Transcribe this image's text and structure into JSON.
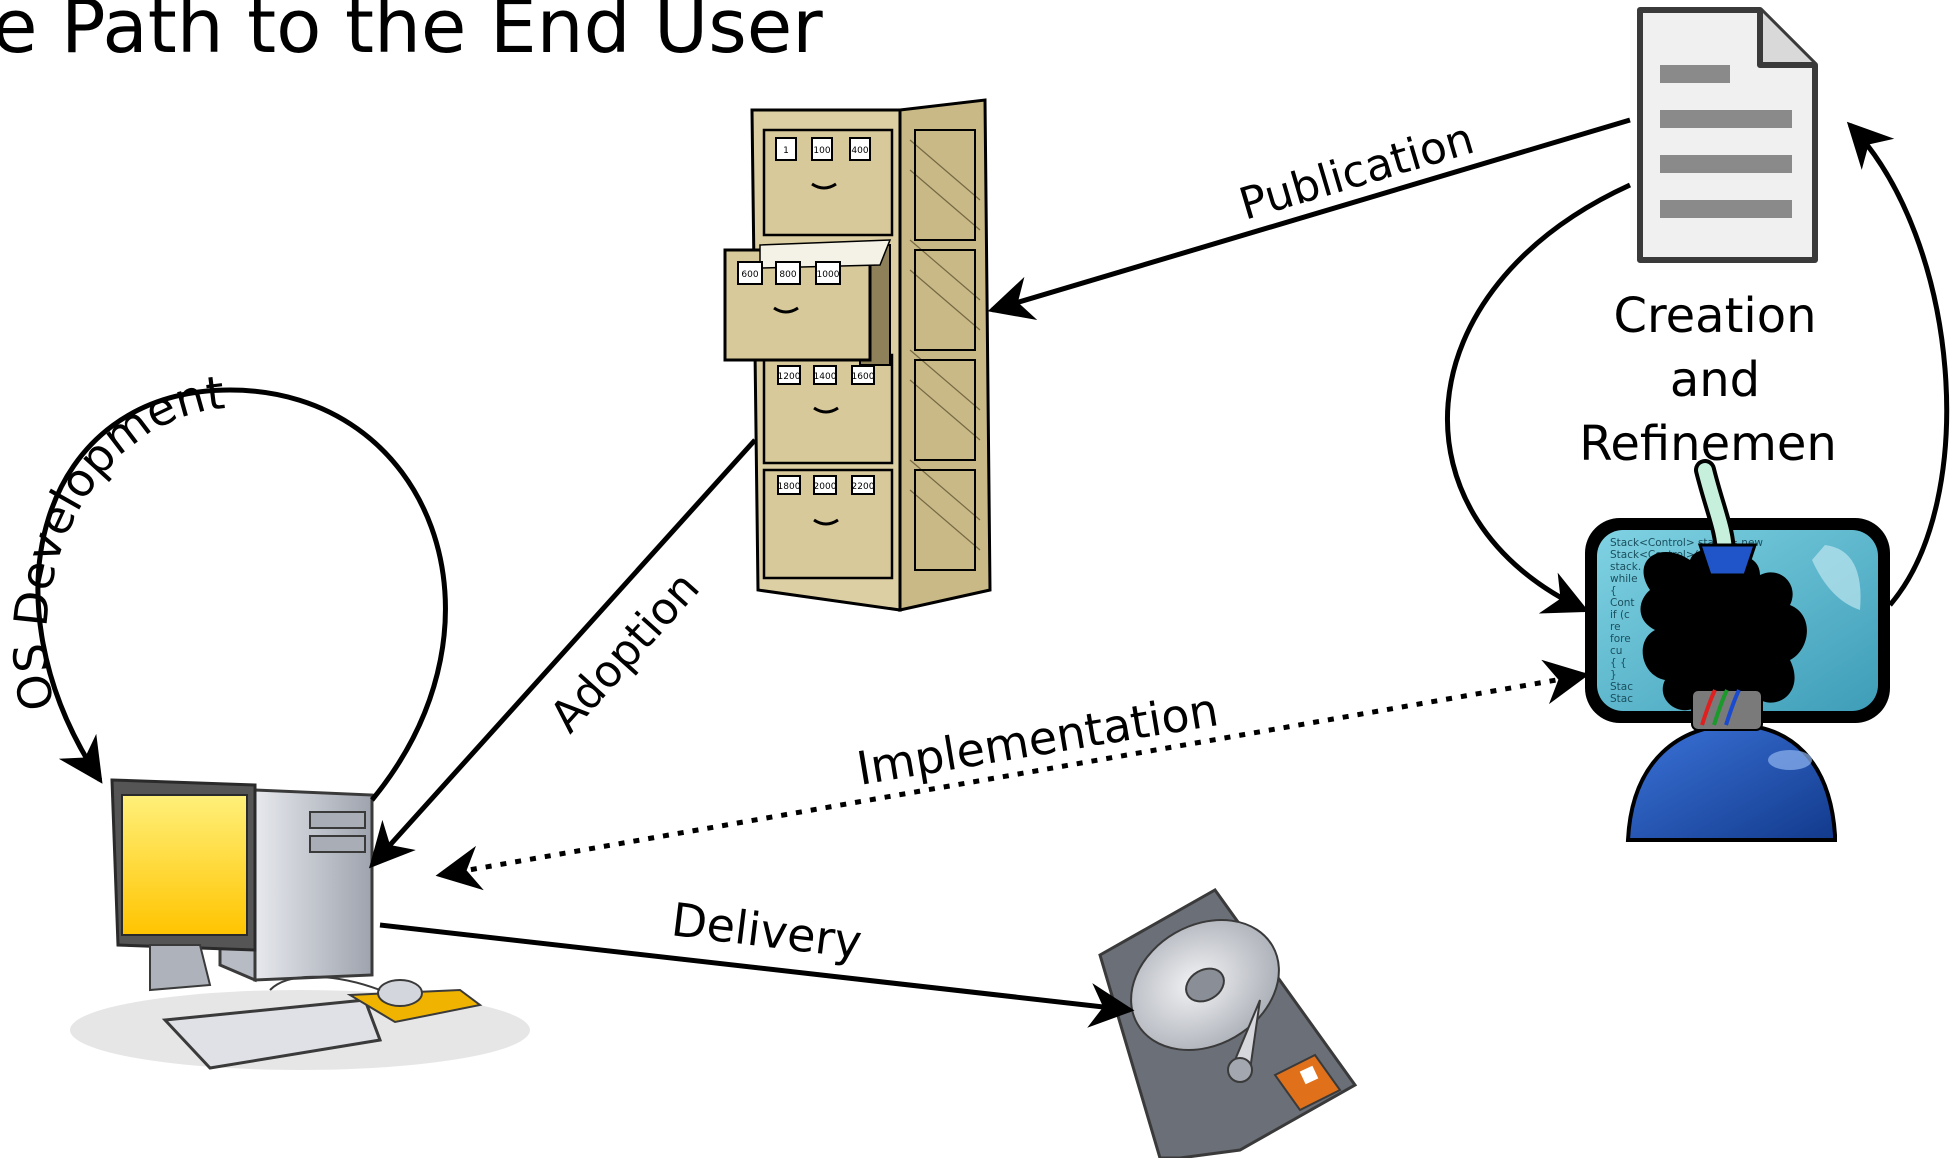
{
  "title": "e Path to the End User",
  "labels": {
    "publication": "Publication",
    "creation_line1": "Creation",
    "creation_line2": "and",
    "creation_line3": "Refinemen",
    "os_development": "OS Development",
    "adoption": "Adoption",
    "implementation": "Implementation",
    "delivery": "Delivery"
  },
  "cabinet_drawer_tags": [
    "1",
    "100",
    "400",
    "600",
    "800",
    "1000",
    "1200",
    "1400",
    "1600",
    "1800",
    "2000",
    "2200"
  ],
  "monitor_code_lines": [
    "Stack<Control> stack = new",
    "Stack<Control>();",
    "stack.",
    "while",
    "{",
    "Cont",
    "if (c",
    "  re",
    "fore",
    "cu",
    "{ {",
    "}",
    "Stac",
    "Stac"
  ],
  "colors": {
    "cabinet": "#d8c99a",
    "cabinet_dark": "#a8996a",
    "monitor_screen": "#5bb3c9",
    "code_text": "#1b4f5e",
    "head": "#000000",
    "shoulders": "#1f4fb0",
    "pc_screen": "#ffd200",
    "pc_gray": "#c9ccd3",
    "mousepad": "#f0b400",
    "disk_gray": "#6b6f78"
  }
}
